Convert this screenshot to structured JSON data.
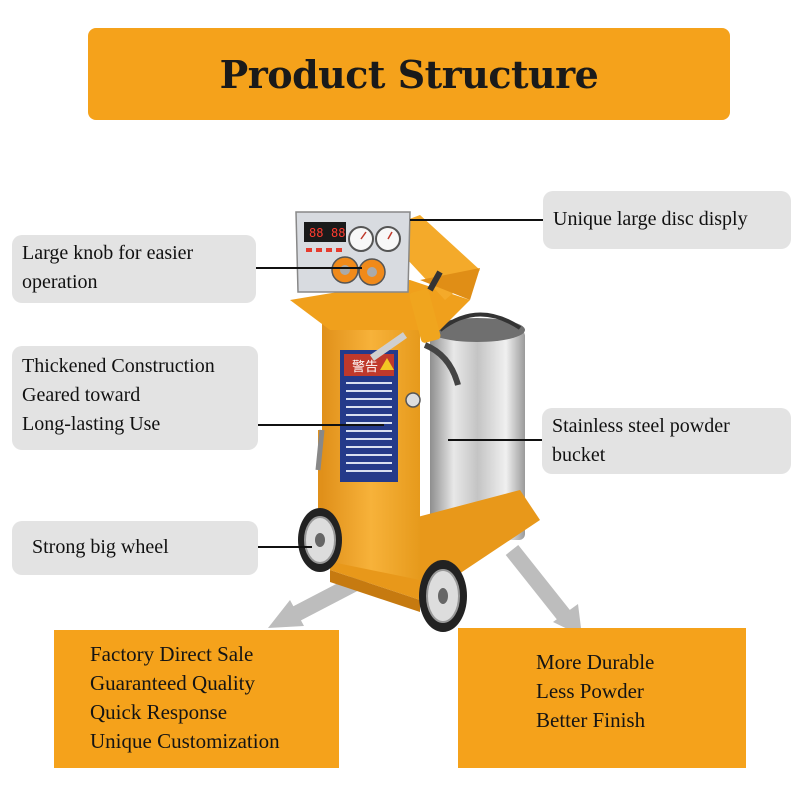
{
  "title": "Product Structure",
  "labels": {
    "display": [
      "Unique large disc disply"
    ],
    "knob": [
      "Large knob for easier",
      "operation"
    ],
    "construction": [
      "Thickened Construction",
      "Geared toward",
      "Long-lasting Use"
    ],
    "bucket": [
      "Stainless steel powder",
      "bucket"
    ],
    "wheel": [
      "Strong big wheel"
    ]
  },
  "bottom_left": [
    "Factory Direct Sale",
    "Guaranteed Quality",
    "Quick Response",
    "Unique Customization"
  ],
  "bottom_right": [
    "More Durable",
    "Less Powder",
    "Better Finish"
  ],
  "panel": {
    "warning_text": "警告",
    "readout_left": "88",
    "readout_right": "88"
  },
  "colors": {
    "banner_orange": "#f5a21b",
    "machine_yellow": "#f2a51e",
    "label_gray": "#e3e3e3",
    "steel": "#b9b9b9"
  }
}
